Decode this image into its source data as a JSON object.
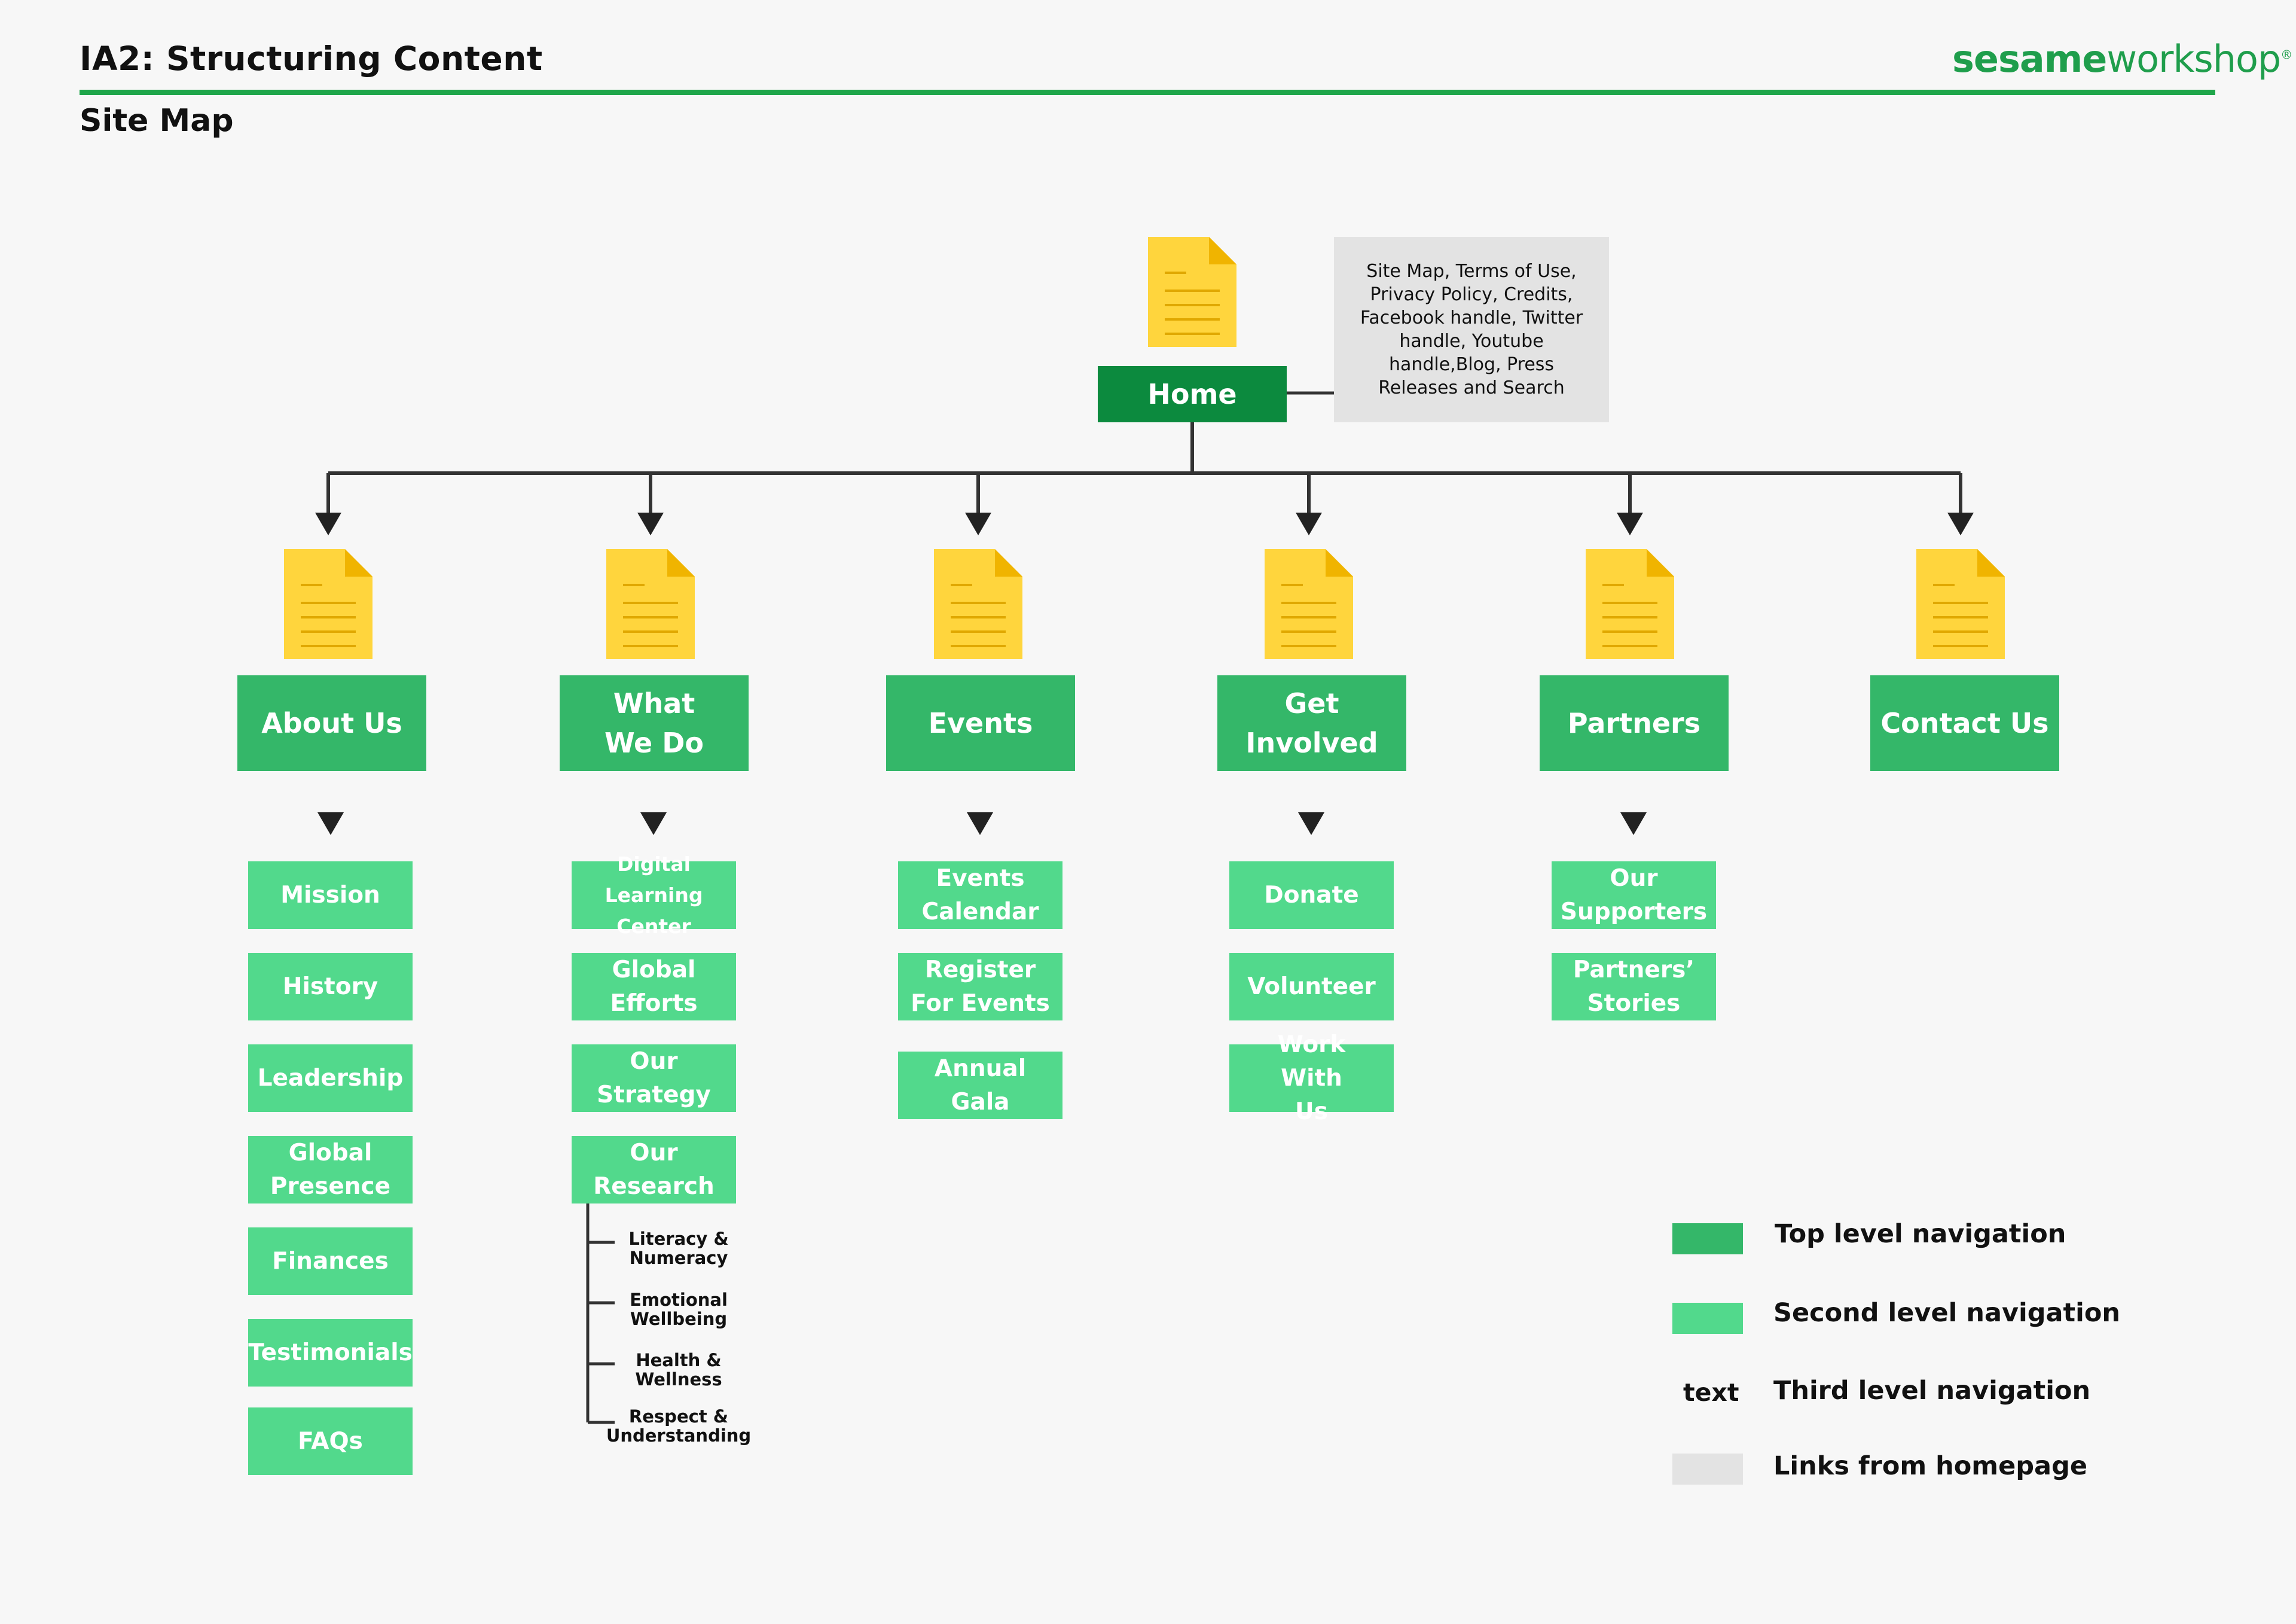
{
  "header": {
    "title": "IA2: Structuring Content",
    "subtitle": "Site Map",
    "logo_part1": "sesame",
    "logo_part2": "workshop",
    "logo_mark": "®"
  },
  "colors": {
    "home": "#0c8a3e",
    "top_level": "#34b769",
    "second_level": "#52d98c",
    "links_from_home": "#e3e3e3",
    "header_rule": "#1fa64a",
    "page_icon": "#ffd53d"
  },
  "home": {
    "label": "Home",
    "icon": "page-icon",
    "links_text": "Site Map, Terms of Use, Privacy Policy, Credits, Facebook handle, Twitter handle, Youtube handle,Blog, Press Releases and Search"
  },
  "sections": [
    {
      "label": "About Us",
      "children": [
        "Mission",
        "History",
        "Leadership",
        "Global Presence",
        "Finances",
        "Testimonials",
        "FAQs"
      ]
    },
    {
      "label": "What We Do",
      "children": [
        "Digital Learning Center",
        "Global Efforts",
        "Our Strategy",
        "Our Research"
      ],
      "third_level": [
        "Literacy & Numeracy",
        "Emotional Wellbeing",
        "Health & Wellness",
        "Respect & Understanding"
      ]
    },
    {
      "label": "Events",
      "children": [
        "Events Calendar",
        "Register For Events",
        "Annual Gala"
      ]
    },
    {
      "label": "Get Involved",
      "children": [
        "Donate",
        "Volunteer",
        "Work With Us"
      ]
    },
    {
      "label": "Partners",
      "children": [
        "Our Supporters",
        "Partners’ Stories"
      ]
    },
    {
      "label": "Contact Us",
      "children": []
    }
  ],
  "legend": {
    "items": [
      {
        "label": "Top level navigation",
        "swatch": "top_level"
      },
      {
        "label": "Second level navigation",
        "swatch": "second_level"
      },
      {
        "label": "Third level navigation",
        "sample_text": "text"
      },
      {
        "label": "Links from homepage",
        "swatch": "links_from_home"
      }
    ]
  }
}
